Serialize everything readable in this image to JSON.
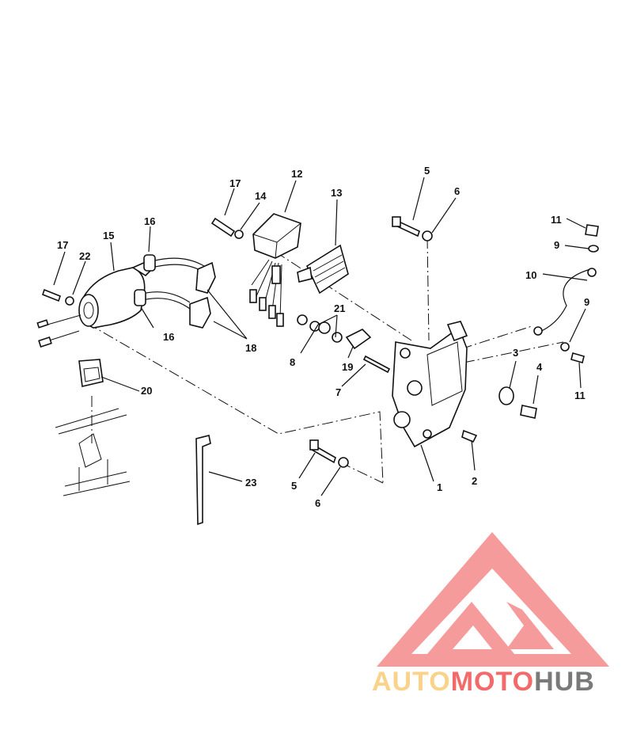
{
  "callouts": [
    {
      "id": "c1",
      "text": "1"
    },
    {
      "id": "c2",
      "text": "2"
    },
    {
      "id": "c3",
      "text": "3"
    },
    {
      "id": "c4",
      "text": "4"
    },
    {
      "id": "c5a",
      "text": "5"
    },
    {
      "id": "c5b",
      "text": "5"
    },
    {
      "id": "c6a",
      "text": "6"
    },
    {
      "id": "c6b",
      "text": "6"
    },
    {
      "id": "c7",
      "text": "7"
    },
    {
      "id": "c8",
      "text": "8"
    },
    {
      "id": "c9a",
      "text": "9"
    },
    {
      "id": "c9b",
      "text": "9"
    },
    {
      "id": "c10",
      "text": "10"
    },
    {
      "id": "c11a",
      "text": "11"
    },
    {
      "id": "c11b",
      "text": "11"
    },
    {
      "id": "c12",
      "text": "12"
    },
    {
      "id": "c13",
      "text": "13"
    },
    {
      "id": "c14",
      "text": "14"
    },
    {
      "id": "c15",
      "text": "15"
    },
    {
      "id": "c16a",
      "text": "16"
    },
    {
      "id": "c16b",
      "text": "16"
    },
    {
      "id": "c17a",
      "text": "17"
    },
    {
      "id": "c17b",
      "text": "17"
    },
    {
      "id": "c18",
      "text": "18"
    },
    {
      "id": "c19",
      "text": "19"
    },
    {
      "id": "c20",
      "text": "20"
    },
    {
      "id": "c21",
      "text": "21"
    },
    {
      "id": "c22",
      "text": "22"
    },
    {
      "id": "c23",
      "text": "23"
    }
  ],
  "watermark": {
    "part1": "AUTO",
    "part2": "MOTO",
    "part3": "HUB",
    "color_light": "#fbd28a",
    "color_red": "#f26a6a",
    "color_gray": "#7a7a7a",
    "logo_color": "#f58a8a"
  }
}
